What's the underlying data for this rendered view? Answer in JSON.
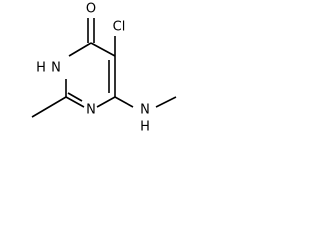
{
  "molecule": {
    "atoms": {
      "oxygen": "O",
      "chlorine": "Cl",
      "ring_nh": "H",
      "ring_nh_n": "N",
      "ring_n": "N",
      "amine_nh": "N",
      "amine_h": "H"
    }
  }
}
